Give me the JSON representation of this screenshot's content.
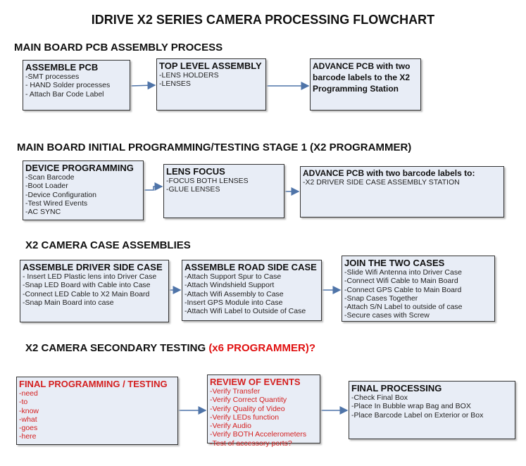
{
  "title": "IDRIVE X2  SERIES CAMERA PROCESSING FLOWCHART",
  "sections": [
    {
      "heading": "MAIN BOARD PCB ASSEMBLY PROCESS",
      "boxes": [
        {
          "title": "ASSEMBLE PCB",
          "items": [
            " -SMT processes",
            " - HAND Solder processes",
            "- Attach Bar Code Label"
          ]
        },
        {
          "title": "TOP LEVEL ASSEMBLY",
          "items": [
            "-LENS HOLDERS",
            "-LENSES"
          ]
        },
        {
          "title": "ADVANCE PCB with two barcode labels to the  X2 Programming Station",
          "items": []
        }
      ]
    },
    {
      "heading": "MAIN BOARD INITIAL PROGRAMMING/TESTING STAGE 1 (X2 PROGRAMMER)",
      "boxes": [
        {
          "title": "DEVICE PROGRAMMING",
          "items": [
            "-Scan Barcode",
            "-Boot Loader",
            "-Device Configuration",
            "-Test Wired Events",
            "-AC SYNC"
          ]
        },
        {
          "title": "LENS FOCUS",
          "items": [
            "-FOCUS BOTH LENSES",
            "-GLUE LENSES"
          ]
        },
        {
          "title": "ADVANCE PCB with two barcode labels to:",
          "items": [
            "-X2 DRIVER  SIDE  CASE  ASSEMBLY STATION"
          ]
        }
      ]
    },
    {
      "heading": "X2 CAMERA CASE ASSEMBLIES",
      "boxes": [
        {
          "title": "ASSEMBLE DRIVER SIDE CASE",
          "items": [
            "- Insert LED Plastic lens into Driver Case",
            "-Snap LED Board with Cable into Case",
            "-Connect LED Cable to X2 Main Board",
            "-Snap Main Board into case"
          ]
        },
        {
          "title": "ASSEMBLE ROAD SIDE CASE",
          "items": [
            "-Attach Support Spur to Case",
            "-Attach Windshield Support",
            "-Attach Wifi Assembly to Case",
            "-Insert GPS Module into Case",
            "-Attach Wifi Label to Outside of Case"
          ]
        },
        {
          "title": "JOIN THE TWO CASES",
          "items": [
            "-Slide Wifi Antenna into Driver Case",
            "-Connect Wifi Cable to Main Board",
            "-Connect GPS Cable to Main Board",
            "-Snap Cases Together",
            "-Attach S/N Label to outside of case",
            "-Secure cases with Screw"
          ]
        }
      ]
    },
    {
      "heading": "X2 CAMERA SECONDARY TESTING ",
      "heading_red": " (x6 PROGRAMMER)?",
      "boxes": [
        {
          "title": "FINAL PROGRAMMING / TESTING",
          "items": [
            "-need",
            "-to",
            "-know",
            "-what",
            "-goes",
            "-here"
          ]
        },
        {
          "title": "REVIEW OF EVENTS",
          "items": [
            "-Verify Transfer",
            "-Verify Correct Quantity",
            "-Verify Quality of Video",
            "-Verify LEDs function",
            "-Verify Audio",
            "-Verify BOTH Accelerometers",
            "-Test of accessory ports?"
          ]
        },
        {
          "title": "FINAL PROCESSING",
          "items": [
            " -Check Final Box",
            "-Place In Bubble wrap Bag and BOX",
            "-Place Barcode Label on Exterior or Box"
          ]
        }
      ]
    }
  ],
  "colors": {
    "box_fill": "#e8edf6",
    "arrow": "#4f74a8",
    "red_text": "#d42020"
  }
}
